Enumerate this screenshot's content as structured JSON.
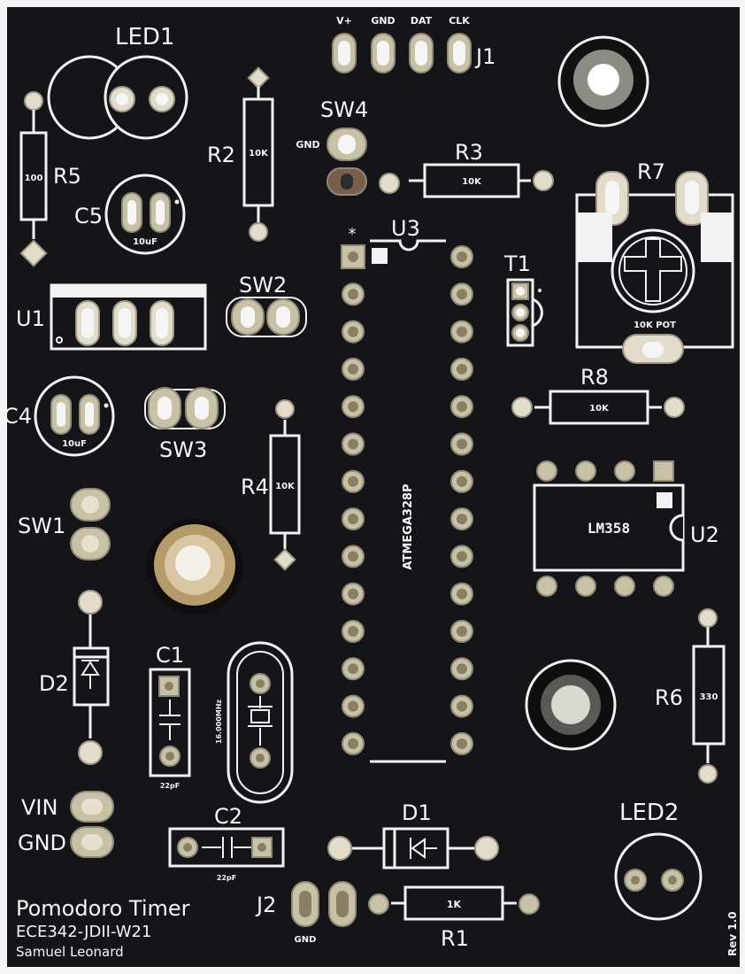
{
  "board": {
    "title": "Pomodoro Timer",
    "course": "ECE342-JDII-W21",
    "author": "Samuel Leonard",
    "revision": "Rev 1.0",
    "colors": {
      "board": "#151519",
      "silkscreen": "#f2f2f2",
      "copper": "#c9c1a6"
    }
  },
  "components": {
    "led1": "LED1",
    "led2": "LED2",
    "j1": "J1",
    "j1_pins": [
      "V+",
      "GND",
      "DAT",
      "CLK"
    ],
    "j2": "J2",
    "j2_gnd": "GND",
    "r1": "R1",
    "r1_value": "1K",
    "r2": "R2",
    "r2_value": "10K",
    "r3": "R3",
    "r3_value": "10K",
    "r4": "R4",
    "r4_value": "10K",
    "r5": "R5",
    "r5_value": "100",
    "r6": "R6",
    "r6_value": "330",
    "r7": "R7",
    "r7_value": "10K POT",
    "r8": "R8",
    "r8_value": "10K",
    "c1": "C1",
    "c1_value": "22pF",
    "c2": "C2",
    "c2_value": "22pF",
    "c4": "C4",
    "c4_value": "10uF",
    "c5": "C5",
    "c5_value": "10uF",
    "sw1": "SW1",
    "sw2": "SW2",
    "sw3": "SW3",
    "sw4": "SW4",
    "sw4_gnd": "GND",
    "u1": "U1",
    "u2": "U2",
    "u2_value": "LM358",
    "u3": "U3",
    "u3_value": "ATMEGA328P",
    "u3_star": "*",
    "t1": "T1",
    "d1": "D1",
    "d2": "D2",
    "crystal_value": "16.000MHz",
    "vin": "VIN",
    "gnd": "GND"
  }
}
